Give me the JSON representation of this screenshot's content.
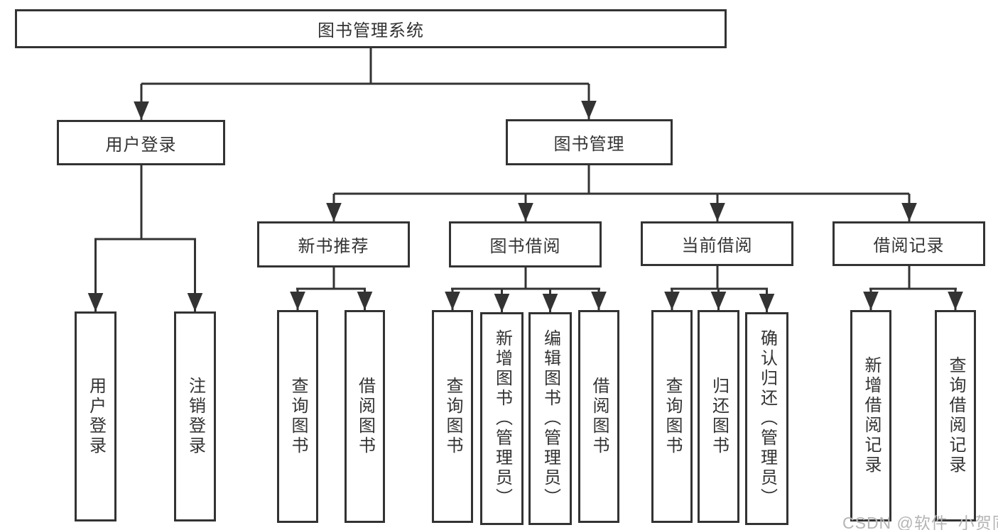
{
  "diagram": {
    "root": "图书管理系统",
    "level2": {
      "user_login": "用户登录",
      "book_mgmt": "图书管理"
    },
    "level3": {
      "new_book_rec": "新书推荐",
      "book_borrow": "图书借阅",
      "current_borrow": "当前借阅",
      "borrow_records": "借阅记录"
    },
    "leaves": {
      "user_login": "用户登录",
      "logout": "注销登录",
      "rec_query_book": "查询图书",
      "rec_borrow_book": "借阅图书",
      "bb_query_book": "查询图书",
      "bb_add_book": "新增图书（管理员）",
      "bb_edit_book": "编辑图书（管理员）",
      "bb_borrow_book": "借阅图书",
      "cb_query_book": "查询图书",
      "cb_return_book": "归还图书",
      "cb_confirm_return": "确认归还（管理员）",
      "br_add_record": "新增借阅记录",
      "br_query_record": "查询借阅记录"
    }
  },
  "watermark": "CSDN @软件_小贺同学",
  "colors": {
    "line": "#333333",
    "box_border": "#333333",
    "box_background": "#ffffff",
    "text": "#333333",
    "watermark": "#b5b5b5"
  }
}
